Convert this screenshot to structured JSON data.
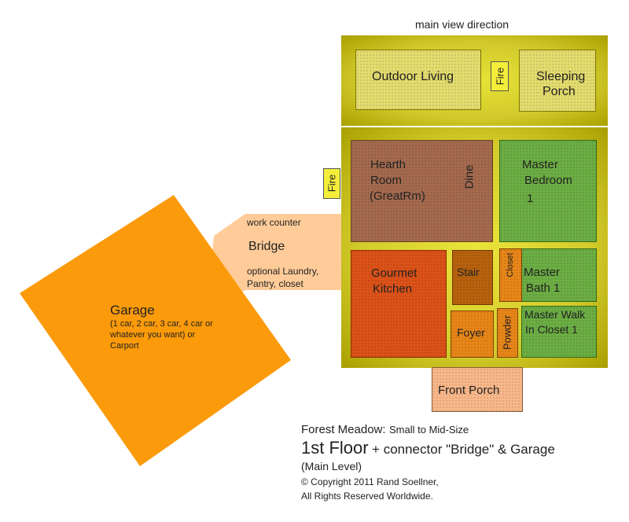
{
  "header": {
    "main_view": "main view direction"
  },
  "rooms": {
    "outdoor_living": "Outdoor Living",
    "fire_top": "Fire",
    "sleeping_porch": [
      "Sleeping",
      "Porch"
    ],
    "hearth_room": [
      "Hearth",
      "Room",
      "(GreatRm)"
    ],
    "dine": "Dine",
    "fire_side": "Fire",
    "master_bedroom": [
      "Master",
      "Bedroom",
      "1"
    ],
    "gourmet_kitchen": [
      "Gourmet",
      "Kitchen"
    ],
    "stair": "Stair",
    "closet": "Closet",
    "master_bath": [
      "Master",
      "Bath 1"
    ],
    "foyer": "Foyer",
    "powder": "Powder",
    "master_walk_in": [
      "Master Walk",
      "In Closet 1"
    ],
    "front_porch": "Front Porch",
    "bridge": "Bridge",
    "work_counter": "work counter",
    "bridge_notes": [
      "optional Laundry,",
      "Pantry, closet"
    ],
    "garage": "Garage",
    "garage_notes": [
      "(1 car, 2 car, 3 car, 4 car or",
      "whatever you want) or",
      "Carport"
    ]
  },
  "caption": {
    "plan_name": "Forest Meadow:",
    "plan_size": "Small to Mid-Size",
    "floor": "1st Floor",
    "floor_suffix": "+ connector \"Bridge\" & Garage",
    "level": "(Main Level)",
    "copyright": "© Copyright 2011 Rand Soellner,",
    "rights": "All Rights Reserved Worldwide."
  },
  "colors": {
    "frame_outer": "#a09800",
    "frame_inner": "#e8e238",
    "pale_yellow": "#e6df6c",
    "hearth": "#a46a4e",
    "green": "#6cae44",
    "orange_red": "#dc5218",
    "brown_orange": "#b8620e",
    "orange": "#e88618",
    "bridge": "#ffcc99",
    "porch": "#f9b88a",
    "garage": "#fb9a0a"
  }
}
